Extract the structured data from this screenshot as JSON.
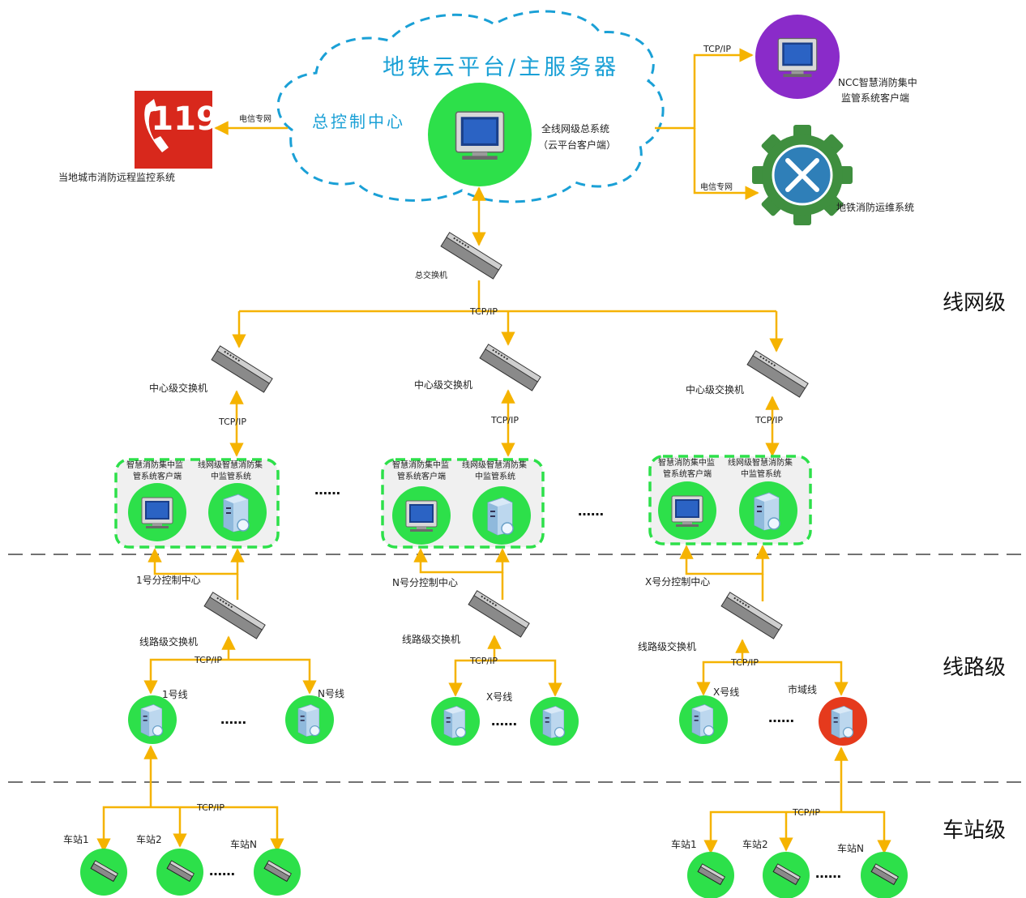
{
  "cloud": {
    "title": "地铁云平台/主服务器",
    "control_center": "总控制中心",
    "system_line1": "全线网级总系统",
    "system_line2": "（云平台客户端）"
  },
  "external": {
    "city_system": "当地城市消防远程监控系统",
    "phone_number": "119",
    "telecom_left": "电信专网",
    "telecom_right": "电信专网",
    "tcp_top": "TCP/IP",
    "ncc_line1": "NCC智慧消防集中",
    "ncc_line2": "监管系统客户端",
    "maintenance": "地铁消防运维系统"
  },
  "main_switch": {
    "label": "总交换机",
    "tcp": "TCP/IP"
  },
  "levels": {
    "network": "线网级",
    "line": "线路级",
    "station": "车站级"
  },
  "centers": [
    {
      "switch_label": "中心级交换机",
      "tcp": "TCP/IP",
      "client_line1": "智慧消防集中监",
      "client_line2": "管系统客户端",
      "system_line1": "线网级智慧消防集",
      "system_line2": "中监管系统",
      "sub_center": "1号分控制中心",
      "line_switch": "线路级交换机",
      "line_tcp": "TCP/IP"
    },
    {
      "switch_label": "中心级交换机",
      "tcp": "TCP/IP",
      "client_line1": "智慧消防集中监",
      "client_line2": "管系统客户端",
      "system_line1": "线网级智慧消防集",
      "system_line2": "中监管系统",
      "sub_center": "N号分控制中心",
      "line_switch": "线路级交换机",
      "line_tcp": "TCP/IP"
    },
    {
      "switch_label": "中心级交换机",
      "tcp": "TCP/IP",
      "client_line1": "智慧消防集中监",
      "client_line2": "管系统客户端",
      "system_line1": "线网级智慧消防集",
      "system_line2": "中监管系统",
      "sub_center": "X号分控制中心",
      "line_switch": "线路级交换机",
      "line_tcp": "TCP/IP"
    }
  ],
  "lines": {
    "g1_left": "1号线",
    "g1_right": "N号线",
    "g2_left": "X号线",
    "g3_left": "X号线",
    "g3_right": "市域线"
  },
  "stations": {
    "left_tcp": "TCP/IP",
    "right_tcp": "TCP/IP",
    "left": [
      "车站1",
      "车站2",
      "车站N"
    ],
    "right": [
      "车站1",
      "车站2",
      "车站N"
    ]
  },
  "ellipsis": "……",
  "colors": {
    "link": "#f5b300",
    "green": "#2de04a",
    "cloud": "#1aa0d6",
    "red_alarm": "#e53a1d",
    "ncc_purple": "#8a2bc9",
    "gear": "#3f8f3f"
  },
  "icons": [
    "phone-119-icon",
    "monitor-icon",
    "server-icon",
    "switch-icon",
    "gear-tools-icon"
  ]
}
